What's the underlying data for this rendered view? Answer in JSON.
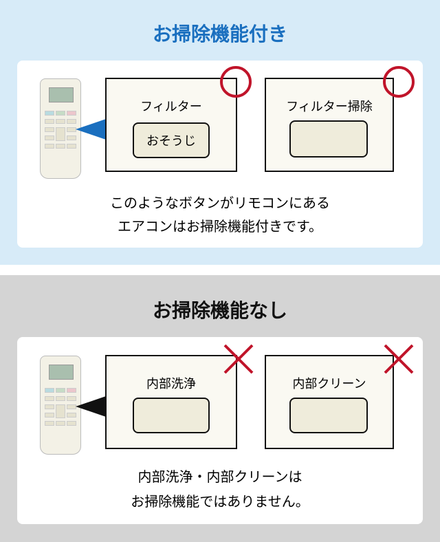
{
  "with_cleaning": {
    "title": "お掃除機能付き",
    "box1_label": "フィルター",
    "box1_button": "おそうじ",
    "box2_label": "フィルター掃除",
    "box2_button": "",
    "message_line1": "このようなボタンがリモコンにある",
    "message_line2": "エアコンはお掃除機能付きです。",
    "accent": "#1a6fbf",
    "mark": "circle"
  },
  "without_cleaning": {
    "title": "お掃除機能なし",
    "box1_label": "内部洗浄",
    "box2_label": "内部クリーン",
    "message_line1": "内部洗浄・内部クリーンは",
    "message_line2": "お掃除機能ではありません。",
    "mark": "cross"
  },
  "mark_color": "#c0142a"
}
